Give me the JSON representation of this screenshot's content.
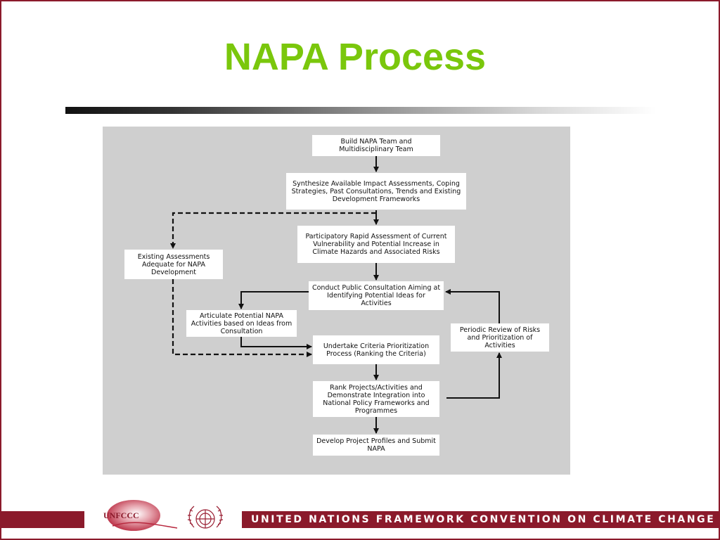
{
  "slide": {
    "title": "NAPA Process",
    "accent_color": "#7ac70c",
    "brand_color": "#8b1a2b"
  },
  "diagram": {
    "boxes": {
      "build_team": "Build NAPA Team and Multidisciplinary Team",
      "synthesize": "Synthesize Available Impact Assessments, Coping Strategies, Past Consultations, Trends and Existing Development Frameworks",
      "participatory": "Participatory Rapid Assessment of Current Vulnerability and Potential Increase in Climate Hazards and Associated Risks",
      "existing": "Existing Assessments Adequate for NAPA Development",
      "consultation": "Conduct Public Consultation Aiming at Identifying Potential Ideas for Activities",
      "articulate": "Articulate Potential NAPA Activities based on Ideas from Consultation",
      "criteria": "Undertake Criteria Prioritization Process (Ranking the Criteria)",
      "periodic": "Periodic Review of Risks and Prioritization of Activities",
      "rank": "Rank Projects/Activities and Demonstrate Integration into National Policy Frameworks and Programmes",
      "develop": "Develop Project Profiles and Submit NAPA"
    }
  },
  "footer": {
    "org_name": "UNITED NATIONS FRAMEWORK CONVENTION ON CLIMATE CHANGE",
    "logo_text": "UNFCCC",
    "emblem_icon": "un-emblem-icon"
  }
}
